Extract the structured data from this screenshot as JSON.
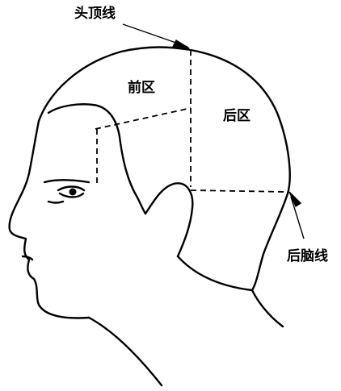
{
  "labels": {
    "crown_line": "头顶线",
    "front_zone": "前区",
    "back_zone": "后区",
    "occipital_line": "后脑线"
  },
  "colors": {
    "ink": "#000000",
    "background": "#ffffff"
  }
}
